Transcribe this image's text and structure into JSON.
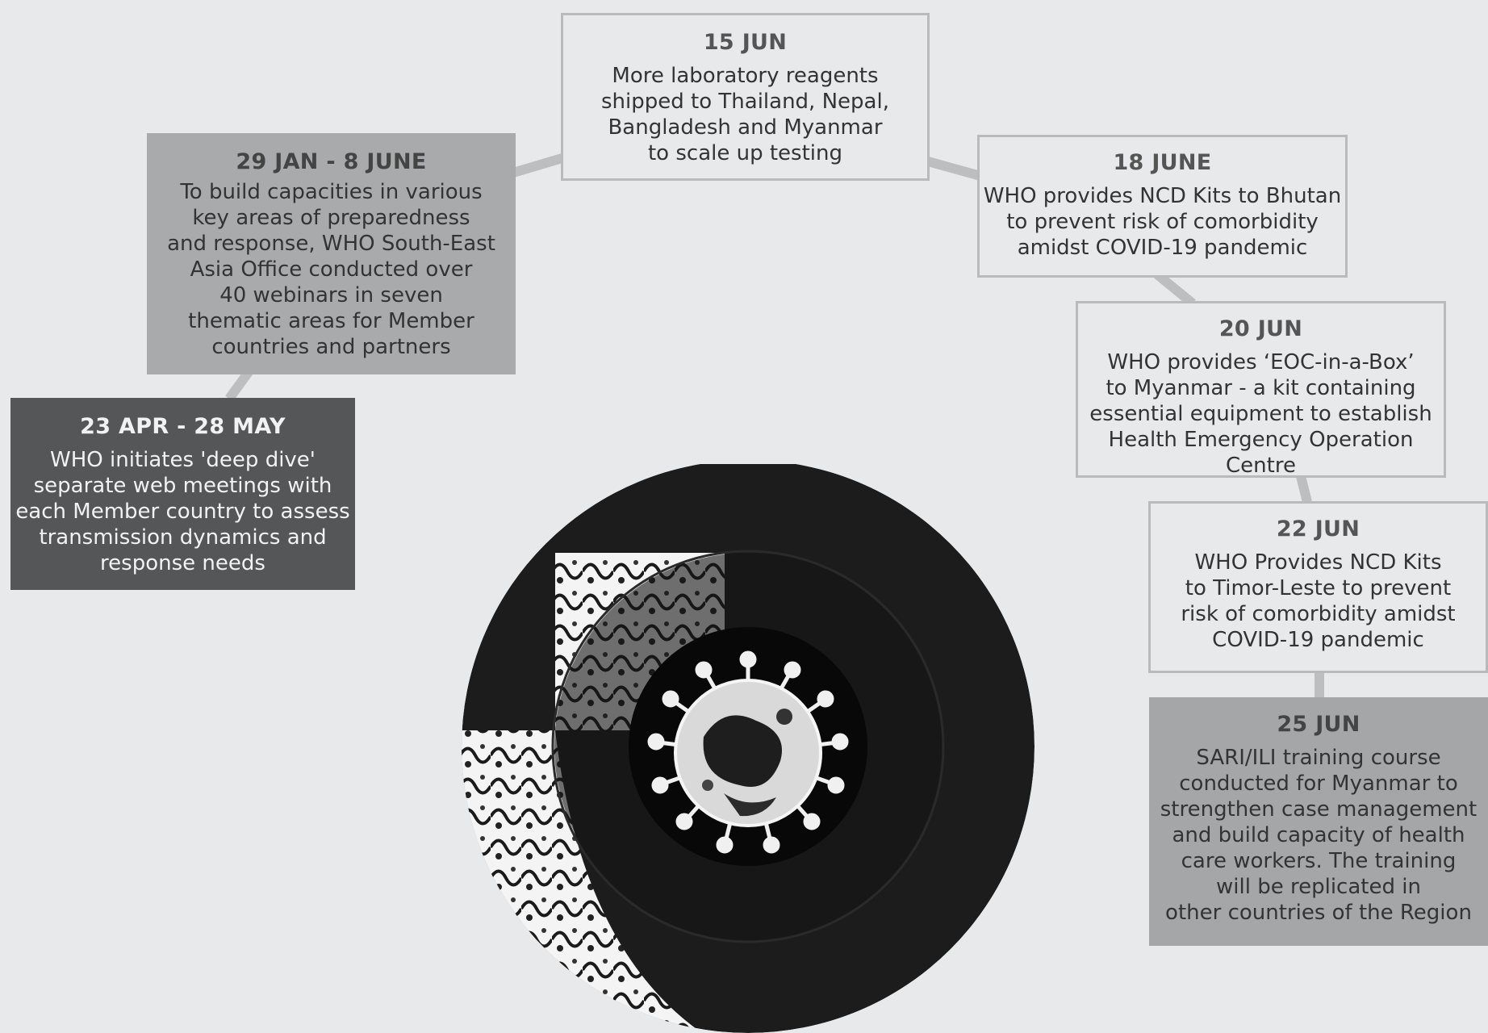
{
  "events": [
    {
      "id": "15-jun",
      "date": "15 JUN",
      "text": "More laboratory reagents\nshipped to Thailand, Nepal,\nBangladesh and Myanmar\nto scale up testing"
    },
    {
      "id": "29-jan-8-june",
      "date": "29 JAN - 8 JUNE",
      "text": "To build capacities in various\nkey areas of preparedness\nand response, WHO South-East\nAsia Office conducted over\n40 webinars in seven\nthematic areas for Member\ncountries and partners"
    },
    {
      "id": "23-apr-28-may",
      "date": "23 APR - 28 MAY",
      "text": "WHO initiates 'deep dive'\nseparate web meetings with\neach Member country to assess\ntransmission dynamics and\nresponse needs"
    },
    {
      "id": "18-june",
      "date": "18 JUNE",
      "text": "WHO provides NCD Kits to Bhutan\nto prevent risk of comorbidity\namidst COVID-19 pandemic"
    },
    {
      "id": "20-jun",
      "date": "20 JUN",
      "text": "WHO provides ‘EOC-in-a-Box’\nto Myanmar - a kit containing\nessential equipment to establish\nHealth Emergency Operation Centre"
    },
    {
      "id": "22-jun",
      "date": "22 JUN",
      "text": "WHO Provides NCD Kits\nto Timor-Leste to prevent\nrisk of comorbidity amidst\nCOVID-19 pandemic"
    },
    {
      "id": "25-jun",
      "date": "25 JUN",
      "text": "SARI/ILI training course\nconducted for Myanmar to\nstrengthen case management\nand build capacity of health\ncare workers. The training\nwill be replicated in\nother countries of the Region"
    }
  ],
  "colors": {
    "background": "#e8e9ea",
    "connector": "#bdbebf",
    "box_border": "#b9babb",
    "dark_box": "#555658",
    "mid_box": "#a8aaab"
  },
  "graphic": {
    "icon": "coronavirus-icon"
  }
}
